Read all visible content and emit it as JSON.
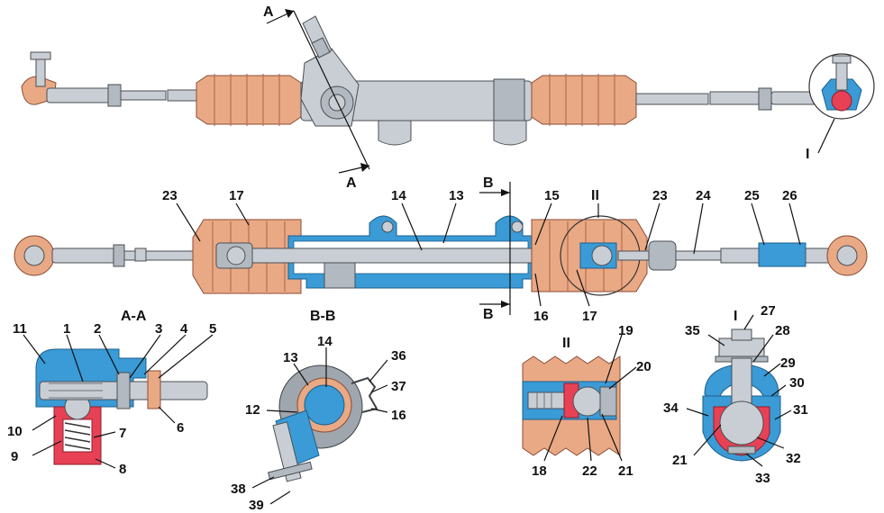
{
  "sections": {
    "aa": "A-A",
    "bb": "B-B",
    "detail1": "I",
    "detail2": "II",
    "cutA": "A",
    "cutB": "B"
  },
  "callouts": {
    "n1": "1",
    "n2": "2",
    "n3": "3",
    "n4": "4",
    "n5": "5",
    "n6": "6",
    "n7": "7",
    "n8": "8",
    "n9": "9",
    "n10": "10",
    "n11": "11",
    "n12": "12",
    "n13": "13",
    "n14": "14",
    "n15": "15",
    "n16": "16",
    "n17": "17",
    "n18": "18",
    "n19": "19",
    "n20": "20",
    "n21": "21",
    "n22": "22",
    "n23": "23",
    "n24": "24",
    "n25": "25",
    "n26": "26",
    "n27": "27",
    "n28": "28",
    "n29": "29",
    "n30": "30",
    "n31": "31",
    "n32": "32",
    "n33": "33",
    "n34": "34",
    "n35": "35",
    "n36": "36",
    "n37": "37",
    "n38": "38",
    "n39": "39"
  },
  "colors": {
    "boot": "#e9a985",
    "metal": "#c9ced4",
    "housing_section": "#3a9bd6",
    "highlight": "#e84155"
  }
}
